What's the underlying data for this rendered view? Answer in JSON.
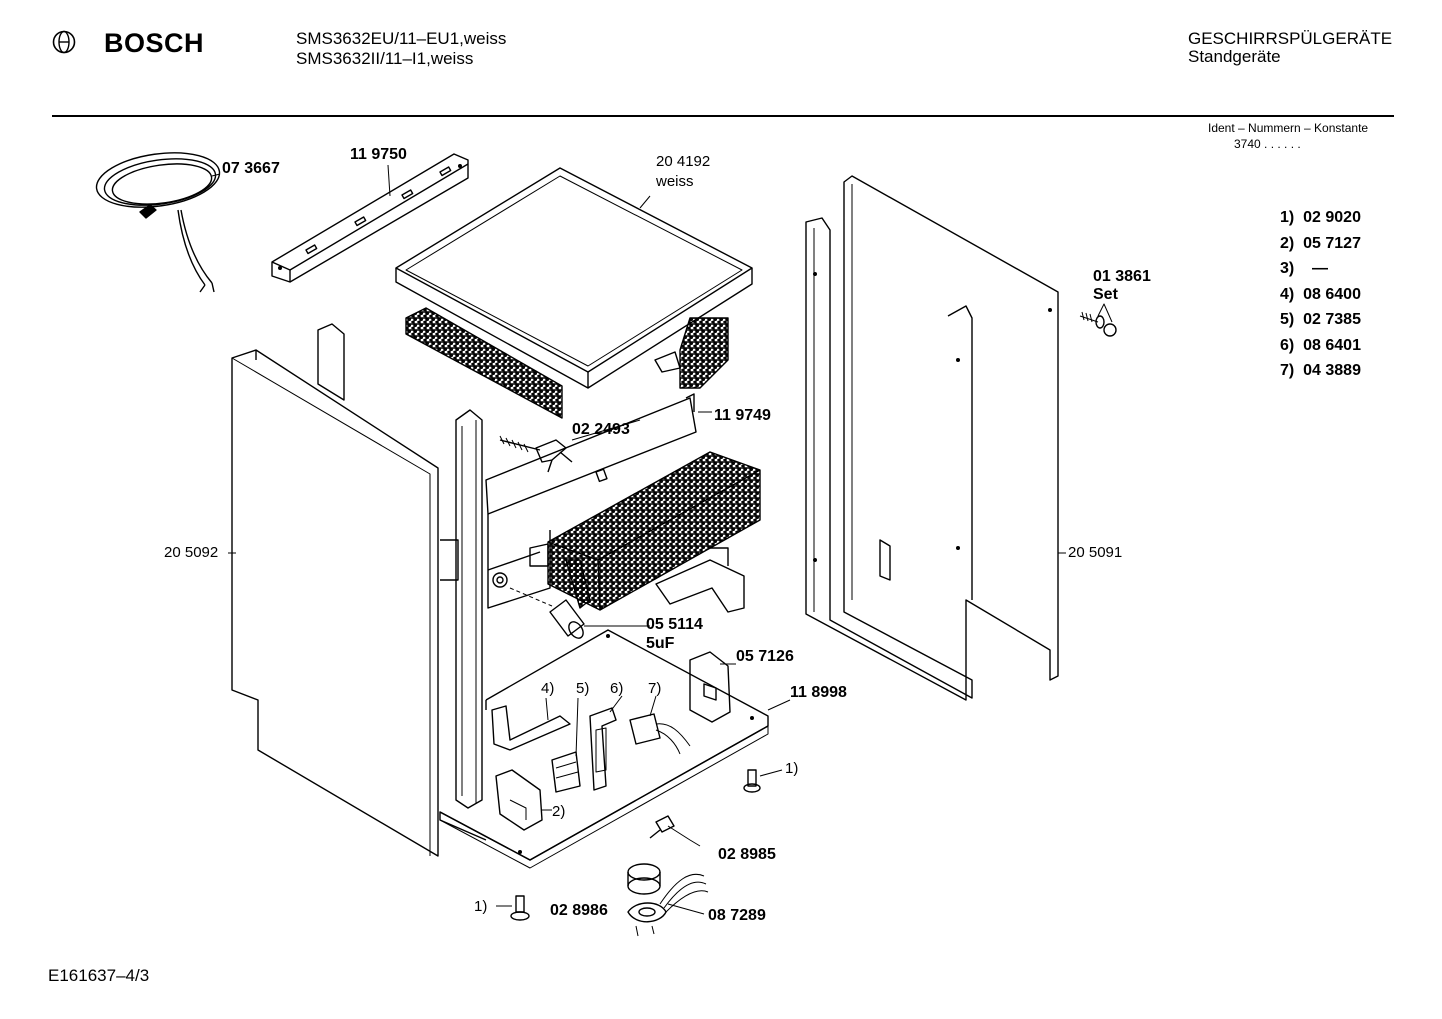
{
  "header": {
    "brand": "BOSCH",
    "models": [
      "SMS3632EU/11–EU1,weiss",
      "SMS3632II/11–I1,weiss"
    ],
    "category": [
      "GESCHIRRSPÜLGERÄTE",
      "Standgeräte"
    ],
    "ident_label": "Ident – Nummern – Konstante",
    "ident_code": "3740  .  .   .  .  .  ."
  },
  "parts": {
    "cable": "07 3667",
    "rail": "11 9750",
    "top_cover": "20 4192",
    "top_cover_color": "weiss",
    "side_left": "20 5092",
    "side_right": "20 5091",
    "screw_set_no": "01 3861",
    "screw_set_label": "Set",
    "clip": "02 2493",
    "bracket": "11 9749",
    "capacitor": "05 5114",
    "capacitor_value": "5uF",
    "switch_bracket": "05 7126",
    "base": "11 8998",
    "sensor": "02 8985",
    "cap": "02 8986",
    "heater_cable": "08 7289"
  },
  "callouts": {
    "c4": "4)",
    "c5": "5)",
    "c6": "6)",
    "c7": "7)",
    "c1_right": "1)",
    "c2": "2)",
    "c1_left": "1)"
  },
  "key_list": [
    {
      "n": "1)",
      "part": "02 9020"
    },
    {
      "n": "2)",
      "part": "05 7127"
    },
    {
      "n": "3)",
      "part": "—"
    },
    {
      "n": "4)",
      "part": "08 6400"
    },
    {
      "n": "5)",
      "part": "02 7385"
    },
    {
      "n": "6)",
      "part": "08 6401"
    },
    {
      "n": "7)",
      "part": "04 3889"
    }
  ],
  "footer": {
    "code": "E161637–4/3"
  }
}
